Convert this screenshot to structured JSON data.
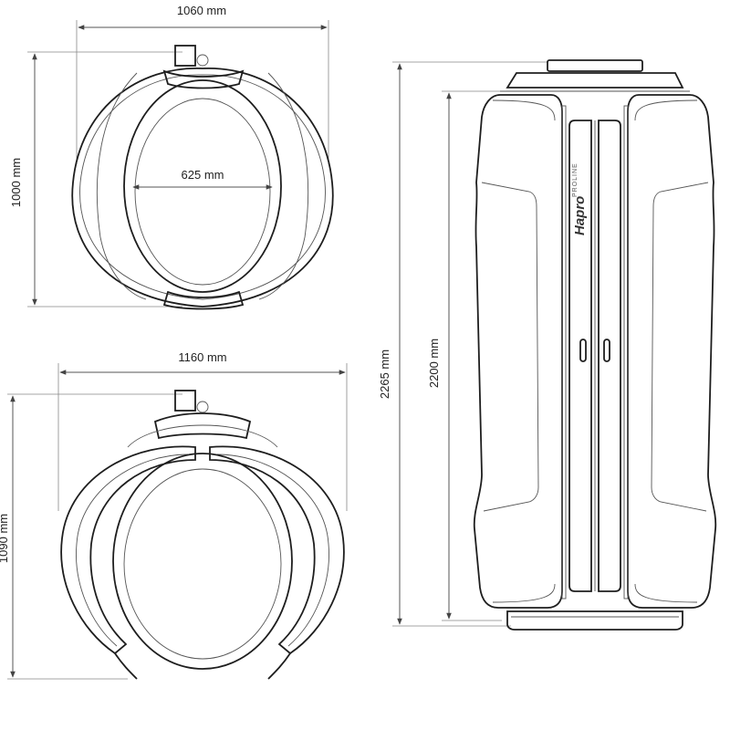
{
  "dimensions": {
    "top_width": "1060 mm",
    "top_height": "1000 mm",
    "inner_width": "625 mm",
    "open_width": "1160 mm",
    "open_height": "1090 mm",
    "total_height": "2265 mm",
    "body_height": "2200 mm"
  },
  "brand": {
    "name": "Hapro",
    "line": "PROLINE"
  },
  "colors": {
    "line": "#1e1e1e",
    "dimension": "#555555"
  }
}
